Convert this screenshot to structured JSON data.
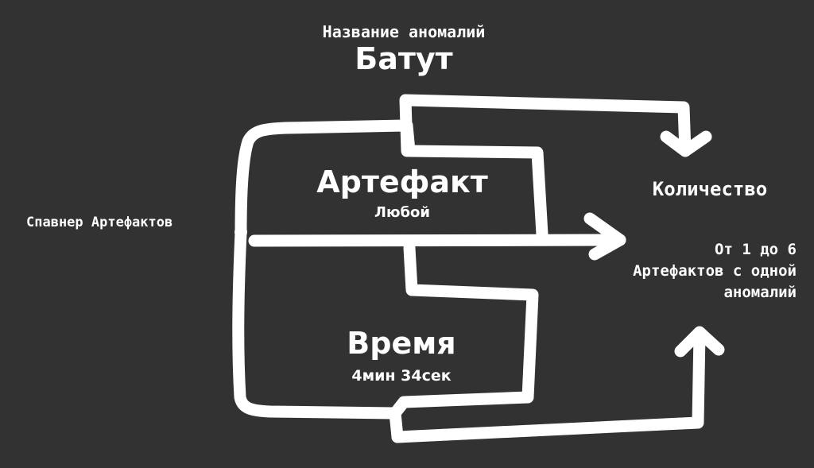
{
  "diagram": {
    "background_color": "#323232",
    "stroke_color": "#ffffff",
    "anomaly": {
      "caption": "Название аномалий",
      "name": "Батут"
    },
    "spawner": {
      "label": "Спавнер Артефактов"
    },
    "artifact": {
      "title": "Артефакт",
      "value": "Любой"
    },
    "time": {
      "title": "Время",
      "value": "4мин 34сек"
    },
    "quantity": {
      "title": "Количество",
      "description_lines": [
        "От 1 до 6",
        "Артефактов с одной",
        "аномалий"
      ]
    },
    "connectors": [
      {
        "from": "spawner",
        "to": "quantity",
        "via": "top-loop",
        "arrow": "down-arrow-icon"
      },
      {
        "from": "spawner",
        "to": "quantity",
        "via": "middle-line",
        "arrow": "right-arrow-icon"
      },
      {
        "from": "spawner",
        "to": "quantity",
        "via": "bottom-loop",
        "arrow": "up-arrow-icon"
      }
    ]
  }
}
